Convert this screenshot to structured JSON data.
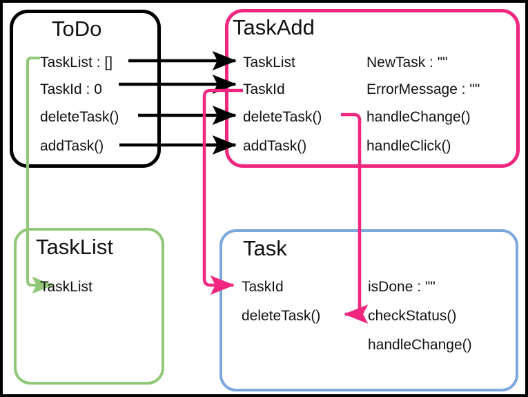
{
  "diagram": {
    "type": "component-relationship-diagram",
    "colors": {
      "frame": "#000000",
      "todo_border": "#000000",
      "taskadd_border": "#F0267F",
      "tasklist_border": "#90C878",
      "task_border": "#7BA7DC",
      "black_arrow": "#000000",
      "pink_arrow": "#F0267F",
      "green_arrow": "#90C878",
      "text": "#111111",
      "background": "#FFFFFF"
    },
    "boxes": [
      {
        "id": "todo",
        "title": "ToDo",
        "border_color": "#000000",
        "left_column": [
          "TaskList : []",
          "TaskId : 0",
          "deleteTask()",
          "addTask()"
        ],
        "right_column": []
      },
      {
        "id": "taskadd",
        "title": "TaskAdd",
        "border_color": "#F0267F",
        "left_column": [
          "TaskList",
          "TaskId",
          "deleteTask()",
          "addTask()"
        ],
        "right_column": [
          "NewTask : \"\"",
          "ErrorMessage : \"\"",
          "handleChange()",
          "handleClick()"
        ]
      },
      {
        "id": "tasklist",
        "title": "TaskList",
        "border_color": "#90C878",
        "left_column": [
          "TaskList"
        ],
        "right_column": []
      },
      {
        "id": "task",
        "title": "Task",
        "border_color": "#7BA7DC",
        "left_column": [
          "TaskId",
          "deleteTask()"
        ],
        "right_column": [
          "isDone : \"\"",
          "checkStatus()",
          "handleChange()"
        ]
      }
    ],
    "connections": [
      {
        "id": "todo-tasklist-to-taskadd-tasklist",
        "from": "ToDo.TaskList : []",
        "to": "TaskAdd.TaskList",
        "color": "#000000",
        "style": "straight-arrow"
      },
      {
        "id": "todo-taskid-to-taskadd-taskid",
        "from": "ToDo.TaskId : 0",
        "to": "TaskAdd.TaskId",
        "color": "#000000",
        "style": "straight-arrow"
      },
      {
        "id": "todo-deletetask-to-taskadd-deletetask",
        "from": "ToDo.deleteTask()",
        "to": "TaskAdd.deleteTask()",
        "color": "#000000",
        "style": "straight-arrow"
      },
      {
        "id": "todo-addtask-to-taskadd-addtask",
        "from": "ToDo.addTask()",
        "to": "TaskAdd.addTask()",
        "color": "#000000",
        "style": "straight-arrow"
      },
      {
        "id": "todo-tasklist-to-tasklist-tasklist",
        "from": "ToDo.TaskList : []",
        "to": "TaskList.TaskList",
        "color": "#90C878",
        "style": "elbow-arrow"
      },
      {
        "id": "taskadd-taskid-to-task-taskid",
        "from": "TaskAdd.TaskId",
        "to": "Task.TaskId",
        "color": "#F0267F",
        "style": "elbow-arrow"
      },
      {
        "id": "taskadd-deletetask-to-task-deletetask",
        "from": "TaskAdd.deleteTask()",
        "to": "Task.deleteTask()",
        "color": "#F0267F",
        "style": "elbow-arrow"
      }
    ]
  }
}
